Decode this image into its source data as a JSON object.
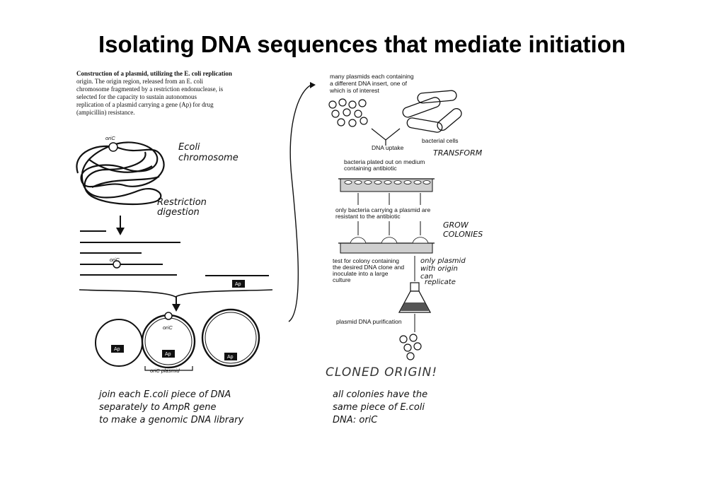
{
  "title": "Isolating DNA sequences that mediate initiation",
  "left_panel": {
    "caption_lines": [
      "Construction of a plasmid, utilizing the E. coli replication",
      "origin. The origin region, released from an E. coli",
      "chromosome fragmented by a restriction endonuclease, is",
      "selected for the capacity to sustain autonomous",
      "replication of a plasmid carrying a gene (Ap) for drug",
      "(ampicillin) resistance."
    ],
    "oric_label_top": "oriC",
    "ecoli_note": [
      "Ecoli",
      "chromosome"
    ],
    "restriction_note": [
      "Restriction",
      "digestion"
    ],
    "fragment_oric_label": "oriC",
    "ap_label": "Ap",
    "circle_oric_label": "oriC",
    "plasmid_bracket_label": "oriC plasmid",
    "bottom_note": [
      "join each E.coli piece of DNA",
      "separately to AmpR gene",
      "to make a genomic DNA library"
    ]
  },
  "right_panel": {
    "plasmids_caption": [
      "many plasmids each containing",
      "a different DNA insert, one of",
      "which is of interest"
    ],
    "dna_uptake": "DNA uptake",
    "bacterial_cells": "bacterial cells",
    "transform_note": "TRANSFORM",
    "plated_caption": [
      "bacteria plated out on medium",
      "containing antibiotic"
    ],
    "resistant_caption": [
      "only bacteria carrying a plasmid are",
      "resistant to the antibiotic"
    ],
    "grow_note": [
      "GROW",
      "COLONIES"
    ],
    "test_caption": [
      "test for colony containing",
      "the desired DNA clone and",
      "inoculate into a large",
      "culture"
    ],
    "origin_note": [
      "only plasmid",
      "with origin",
      "can",
      "replicate"
    ],
    "purification": "plasmid DNA purification",
    "cloned_note": "CLONED ORIGIN!",
    "bottom_note": [
      "all colonies have the",
      "same piece of E.coli",
      "DNA: oriC"
    ]
  }
}
